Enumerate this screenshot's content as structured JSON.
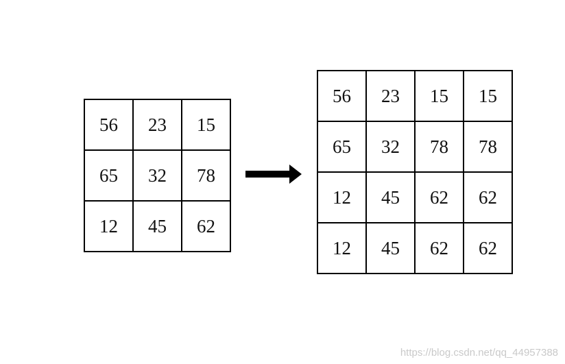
{
  "input_matrix": {
    "rows": [
      [
        "56",
        "23",
        "15"
      ],
      [
        "65",
        "32",
        "78"
      ],
      [
        "12",
        "45",
        "62"
      ]
    ]
  },
  "output_matrix": {
    "rows": [
      [
        "56",
        "23",
        "15",
        "15"
      ],
      [
        "65",
        "32",
        "78",
        "78"
      ],
      [
        "12",
        "45",
        "62",
        "62"
      ],
      [
        "12",
        "45",
        "62",
        "62"
      ]
    ]
  },
  "arrow": {
    "icon": "arrow-right-icon",
    "color": "#000000"
  },
  "watermark": {
    "text": "https://blog.csdn.net/qq_44957388"
  }
}
